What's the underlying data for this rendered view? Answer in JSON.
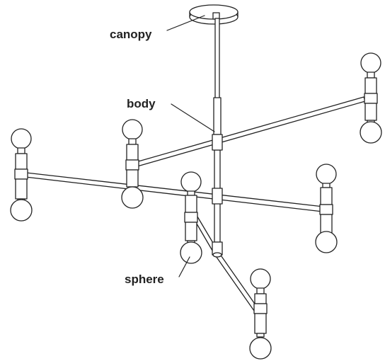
{
  "labels": {
    "canopy": "canopy",
    "body": "body",
    "sphere": "sphere"
  },
  "colors": {
    "line": "#222222",
    "fill": "#ffffff",
    "text": "#222222"
  }
}
